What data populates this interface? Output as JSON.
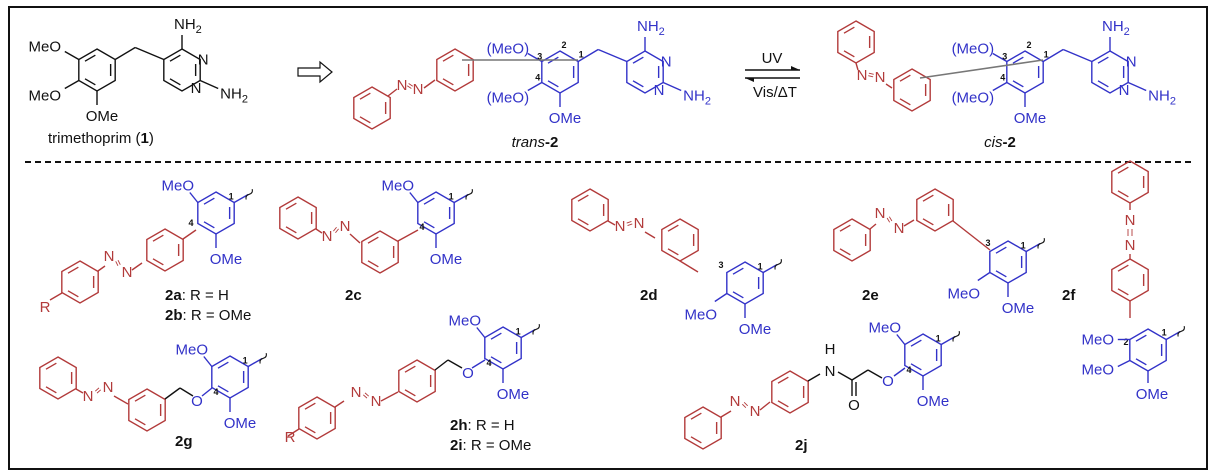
{
  "colors": {
    "azo": "#b23a3a",
    "tmp": "#3232c8",
    "ink": "#111111",
    "bar": "#777777"
  },
  "atoms": {
    "MeO": "MeO",
    "OMe": "OMe",
    "pMeO": "(MeO)",
    "NH": "NH",
    "sub2": "2",
    "N": "N",
    "O": "O",
    "H": "H",
    "R": "R",
    "n1": "1",
    "n2": "2",
    "n3": "3",
    "n4": "4"
  },
  "captions": {
    "trimethoprim": "trimethoprim (",
    "trimethoprim_num": "1",
    "trimethoprim_close": ")",
    "trans_prefix": "trans",
    "trans_num": "-2",
    "cis_prefix": "cis",
    "cis_num": "-2"
  },
  "arrows": {
    "forward": "UV",
    "reverse": "Vis/ΔT"
  },
  "compounds": {
    "2a": {
      "id": "2a",
      "r": ": R = H"
    },
    "2b": {
      "id": "2b",
      "r": ": R = OMe"
    },
    "2c": {
      "id": "2c"
    },
    "2d": {
      "id": "2d"
    },
    "2e": {
      "id": "2e"
    },
    "2f": {
      "id": "2f"
    },
    "2g": {
      "id": "2g"
    },
    "2h": {
      "id": "2h",
      "r": ": R = H"
    },
    "2i": {
      "id": "2i",
      "r": ": R = OMe"
    },
    "2j": {
      "id": "2j"
    }
  }
}
